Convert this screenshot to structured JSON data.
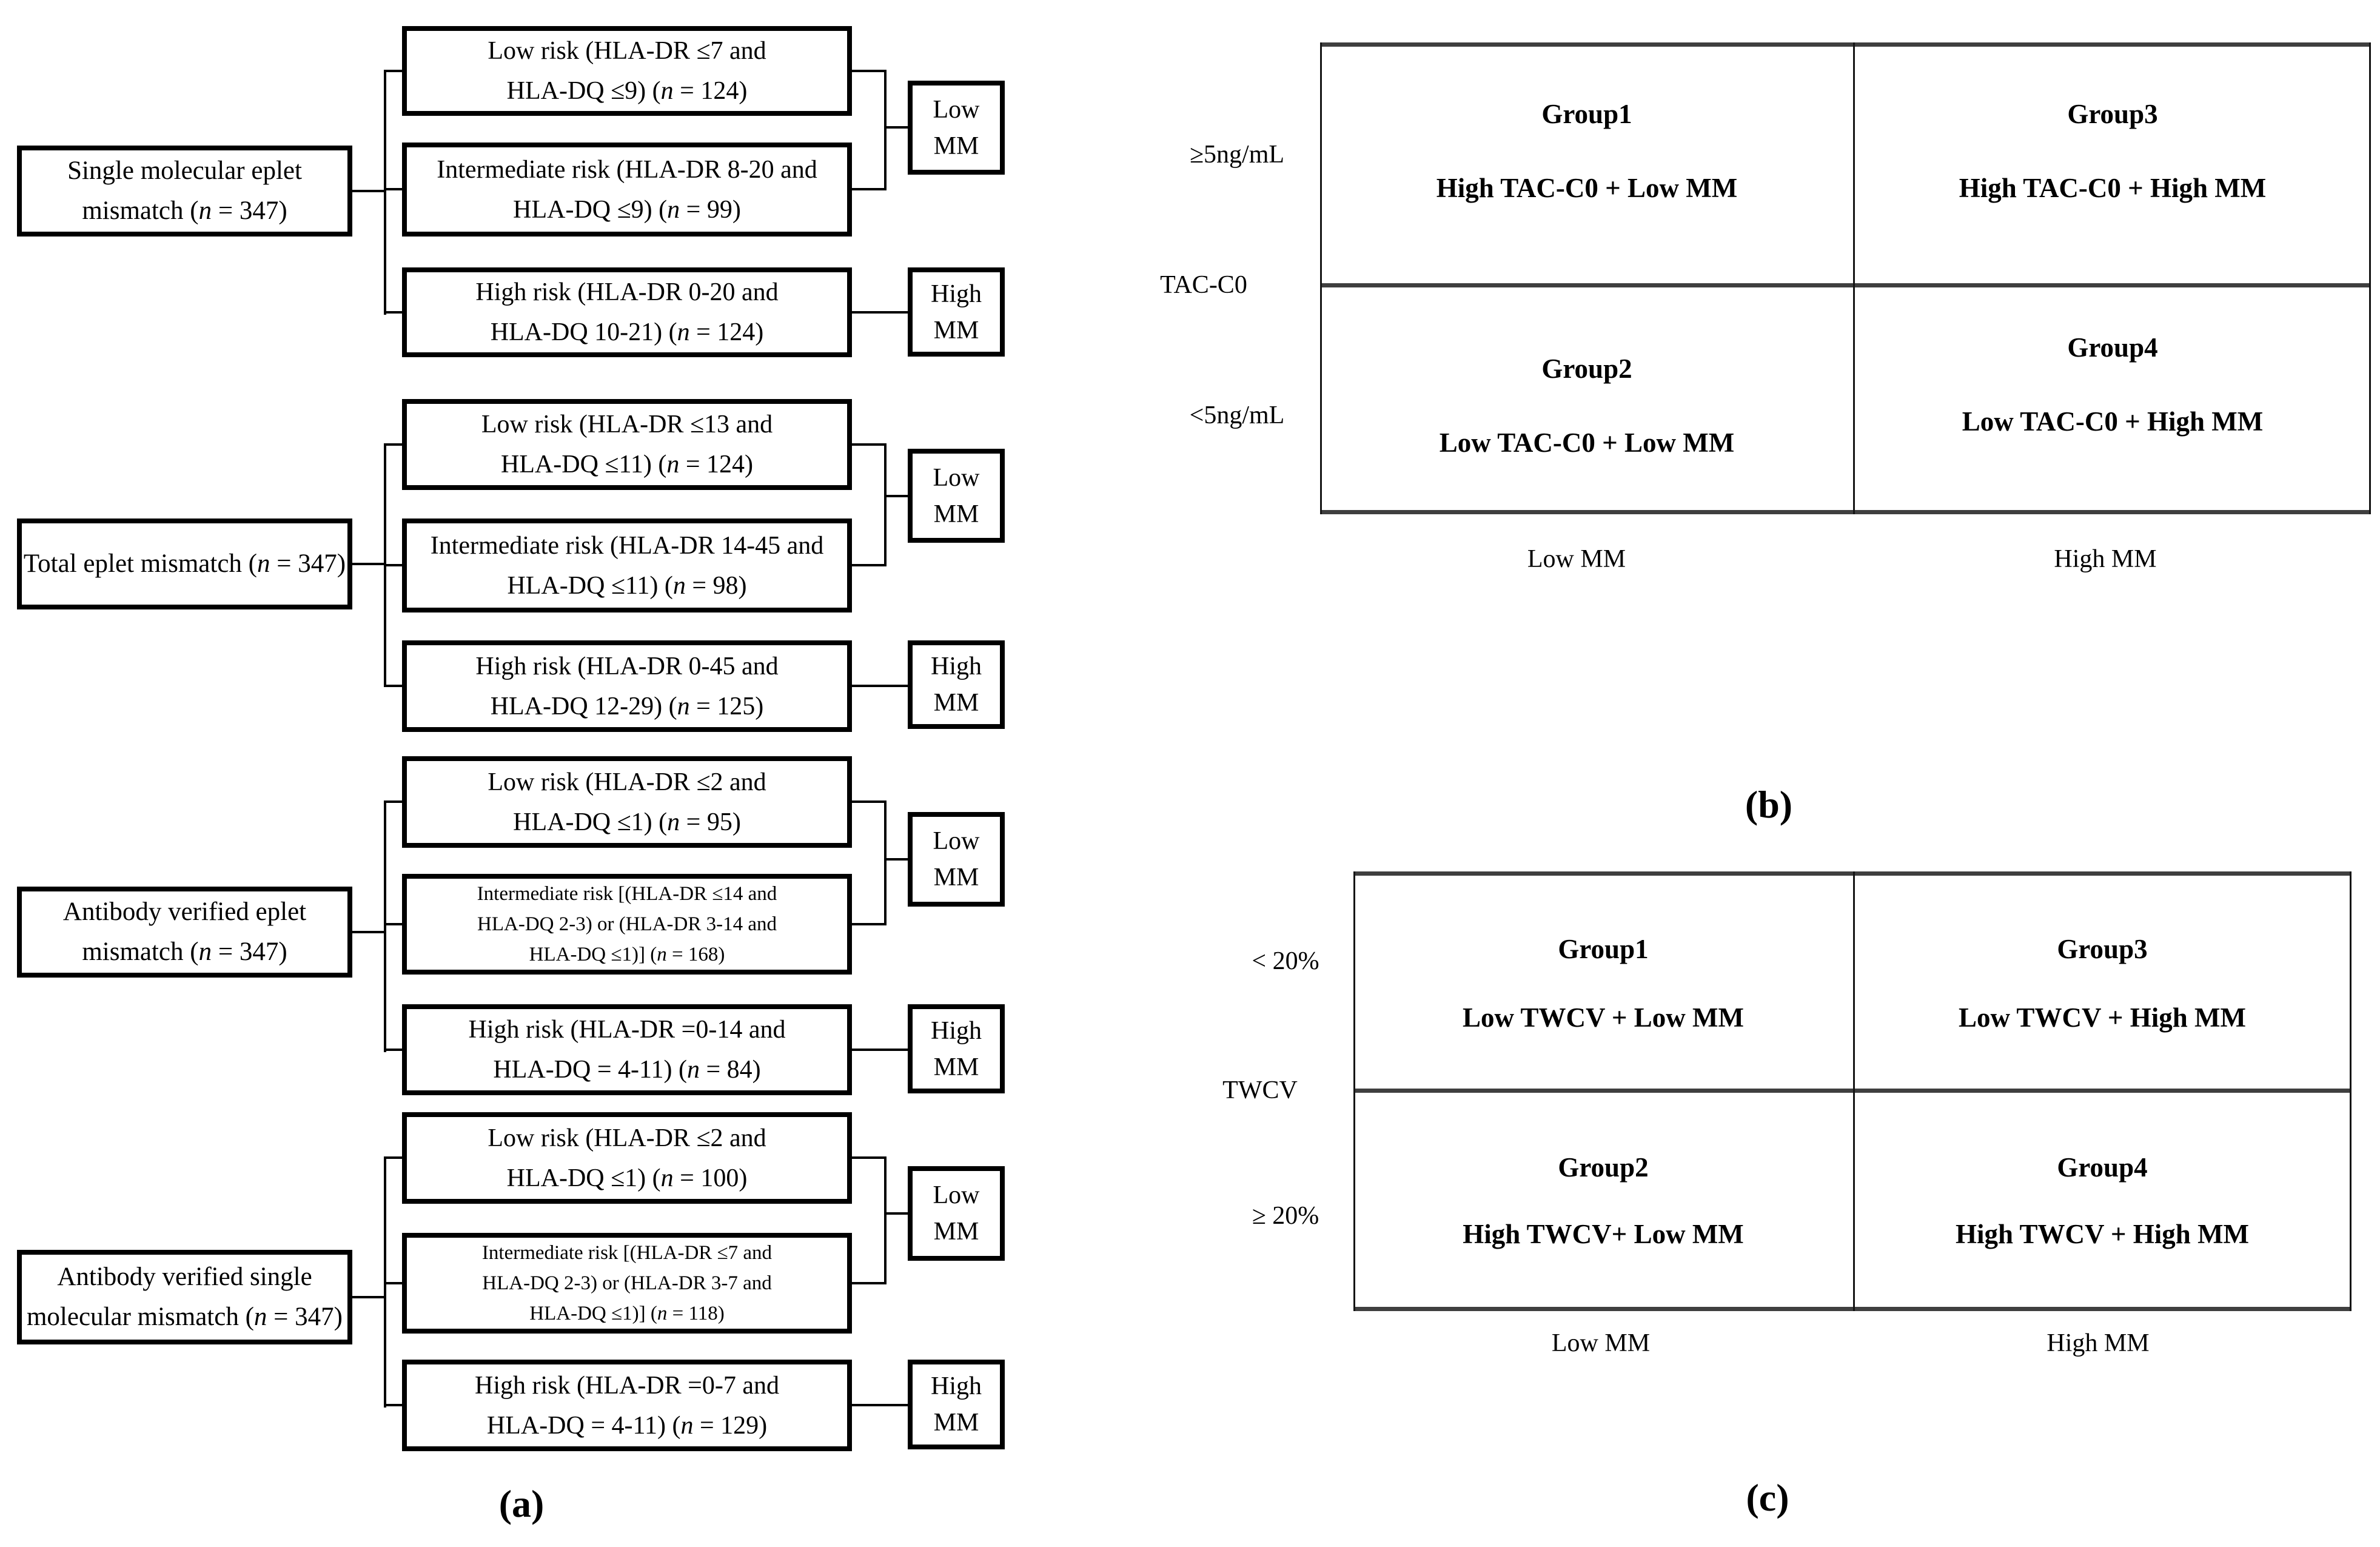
{
  "panel_a": {
    "caption": "(a)",
    "groups": [
      {
        "parent": [
          "Single molecular eplet",
          "mismatch (n = 347)"
        ],
        "low": [
          "Low risk (HLA-DR ≤7 and",
          "HLA-DQ ≤9) (n = 124)"
        ],
        "intermediate": [
          "Intermediate risk (HLA-DR 8-20 and",
          "HLA-DQ ≤9) (n = 99)"
        ],
        "high": [
          "High risk (HLA-DR 0-20 and",
          "HLA-DQ 10-21) (n = 124)"
        ],
        "low_mm": [
          "Low",
          "MM"
        ],
        "high_mm": [
          "High",
          "MM"
        ]
      },
      {
        "parent": [
          "Total eplet mismatch (n = 347)"
        ],
        "low": [
          "Low risk (HLA-DR ≤13 and",
          "HLA-DQ ≤11) (n = 124)"
        ],
        "intermediate": [
          "Intermediate risk (HLA-DR 14-45 and",
          "HLA-DQ ≤11) (n = 98)"
        ],
        "high": [
          "High risk (HLA-DR 0-45 and",
          "HLA-DQ 12-29) (n = 125)"
        ],
        "low_mm": [
          "Low",
          "MM"
        ],
        "high_mm": [
          "High",
          "MM"
        ]
      },
      {
        "parent": [
          "Antibody verified eplet",
          "mismatch (n = 347)"
        ],
        "low": [
          "Low risk (HLA-DR ≤2 and",
          "HLA-DQ ≤1) (n = 95)"
        ],
        "intermediate": [
          "Intermediate risk [(HLA-DR ≤14 and",
          "HLA-DQ 2-3) or (HLA-DR 3-14 and",
          "HLA-DQ ≤1)] (n = 168)"
        ],
        "high": [
          "High risk (HLA-DR =0-14 and",
          "HLA-DQ = 4-11) (n = 84)"
        ],
        "low_mm": [
          "Low",
          "MM"
        ],
        "high_mm": [
          "High",
          "MM"
        ]
      },
      {
        "parent": [
          "Antibody verified single",
          "molecular mismatch (n = 347)"
        ],
        "low": [
          "Low risk (HLA-DR ≤2 and",
          "HLA-DQ ≤1) (n = 100)"
        ],
        "intermediate": [
          "Intermediate risk [(HLA-DR ≤7 and",
          "HLA-DQ 2-3) or (HLA-DR 3-7 and",
          "HLA-DQ ≤1)] (n = 118)"
        ],
        "high": [
          "High risk (HLA-DR =0-7 and",
          "HLA-DQ = 4-11) (n = 129)"
        ],
        "low_mm": [
          "Low",
          "MM"
        ],
        "high_mm": [
          "High",
          "MM"
        ]
      }
    ]
  },
  "panel_b": {
    "caption": "(b)",
    "axis_label": "TAC-C0",
    "row_labels": [
      "≥5ng/mL",
      "<5ng/mL"
    ],
    "col_labels": [
      "Low MM",
      "High MM"
    ],
    "cells": [
      {
        "title": "Group1",
        "text": "High TAC-C0 + Low MM"
      },
      {
        "title": "Group2",
        "text": "Low TAC-C0 + Low MM"
      },
      {
        "title": "Group3",
        "text": "High TAC-C0 + High MM"
      },
      {
        "title": "Group4",
        "text": "Low TAC-C0 + High MM"
      }
    ]
  },
  "panel_c": {
    "caption": "(c)",
    "axis_label": "TWCV",
    "row_labels": [
      "< 20%",
      "≥ 20%"
    ],
    "col_labels": [
      "Low MM",
      "High MM"
    ],
    "cells": [
      {
        "title": "Group1",
        "text": "Low TWCV + Low MM"
      },
      {
        "title": "Group2",
        "text": "High TWCV+ Low MM"
      },
      {
        "title": "Group3",
        "text": "Low TWCV + High MM"
      },
      {
        "title": "Group4",
        "text": "High TWCV + High MM"
      }
    ]
  }
}
